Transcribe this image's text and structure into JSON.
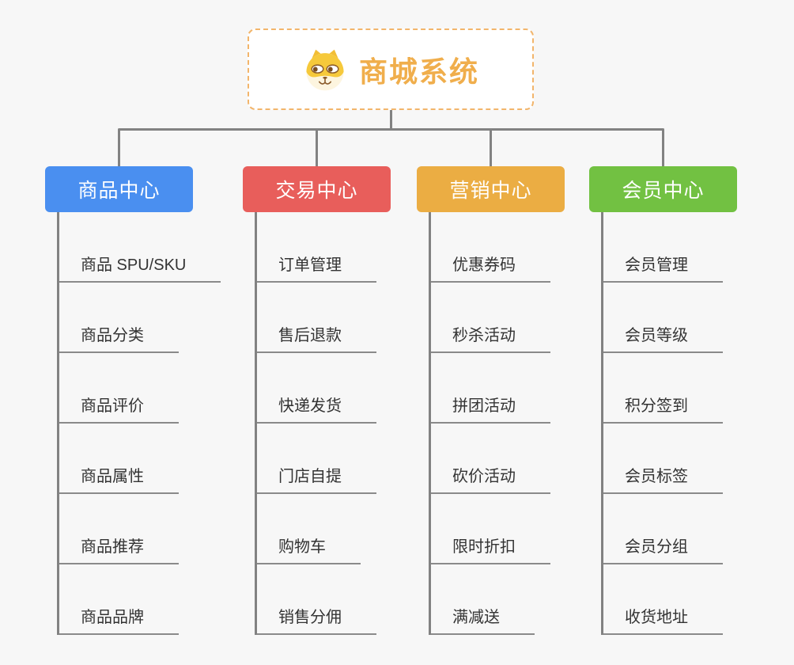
{
  "colors": {
    "background": "#F7F7F7",
    "connector": "#828282",
    "underline": "#8a8a8a",
    "item_text": "#333333",
    "root_text": "#F0AE4C",
    "root_border": "#F2B56B",
    "root_bg": "#FFFFFF"
  },
  "root": {
    "title": "商城系统",
    "icon": "dog-face-icon"
  },
  "branches": [
    {
      "label": "商品中心",
      "color": "#4A8FF0",
      "children": [
        "商品 SPU/SKU",
        "商品分类",
        "商品评价",
        "商品属性",
        "商品推荐",
        "商品品牌"
      ]
    },
    {
      "label": "交易中心",
      "color": "#E85E5B",
      "children": [
        "订单管理",
        "售后退款",
        "快递发货",
        "门店自提",
        "购物车",
        "销售分佣"
      ]
    },
    {
      "label": "营销中心",
      "color": "#EBAD43",
      "children": [
        "优惠券码",
        "秒杀活动",
        "拼团活动",
        "砍价活动",
        "限时折扣",
        "满减送"
      ]
    },
    {
      "label": "会员中心",
      "color": "#72C142",
      "children": [
        "会员管理",
        "会员等级",
        "积分签到",
        "会员标签",
        "会员分组",
        "收货地址"
      ]
    }
  ]
}
